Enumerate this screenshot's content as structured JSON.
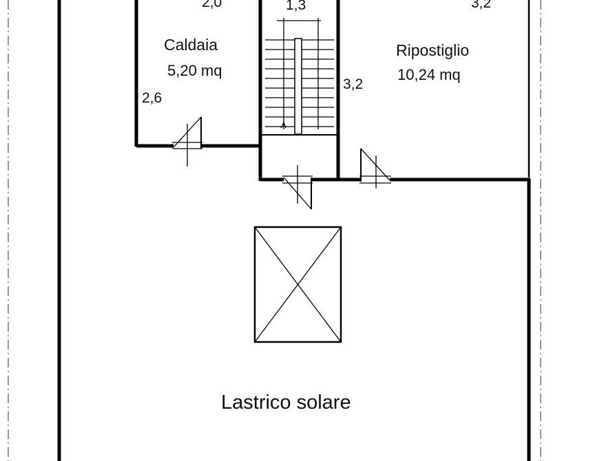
{
  "rooms": {
    "caldaia": {
      "name": "Caldaia",
      "area": "5,20 mq"
    },
    "ripostiglio": {
      "name": "Ripostiglio",
      "area": "10,24 mq"
    },
    "lastrico": {
      "name": "Lastrico solare"
    }
  },
  "dimensions": {
    "caldaia_width": "2,0",
    "caldaia_depth": "2,6",
    "stair_width": "1,3",
    "ripostiglio_width": "3,2",
    "ripostiglio_depth": "3,2"
  },
  "colors": {
    "line": "#000000",
    "dashdot": "#555555",
    "background": "#ffffff"
  }
}
